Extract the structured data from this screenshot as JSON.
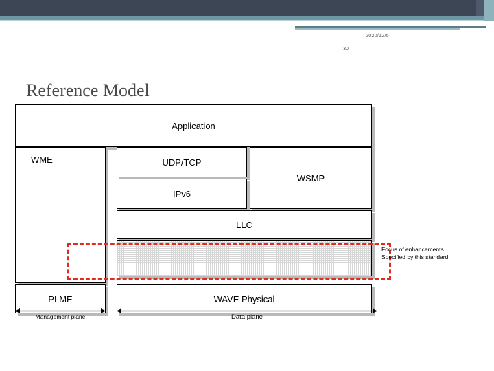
{
  "header": {
    "date": "2020/12/5",
    "page_number": "30"
  },
  "slide": {
    "title": "Reference Model"
  },
  "diagram": {
    "boxes": {
      "application": "Application",
      "wme": "WME",
      "udp_tcp": "UDP/TCP",
      "ipv6": "IPv6",
      "wsmp": "WSMP",
      "llc": "LLC",
      "mac": "",
      "plme": "PLME",
      "wave_physical": "WAVE Physical"
    },
    "callout_line1": "Focus of enhancements",
    "callout_line2": "Specified by this standard",
    "axes": {
      "management_plane": "Management plane",
      "data_plane": "Data plane"
    },
    "colors": {
      "highlight": "#e02b20",
      "band_dark": "#3d4654",
      "band_accent": "#6d97a3"
    }
  }
}
